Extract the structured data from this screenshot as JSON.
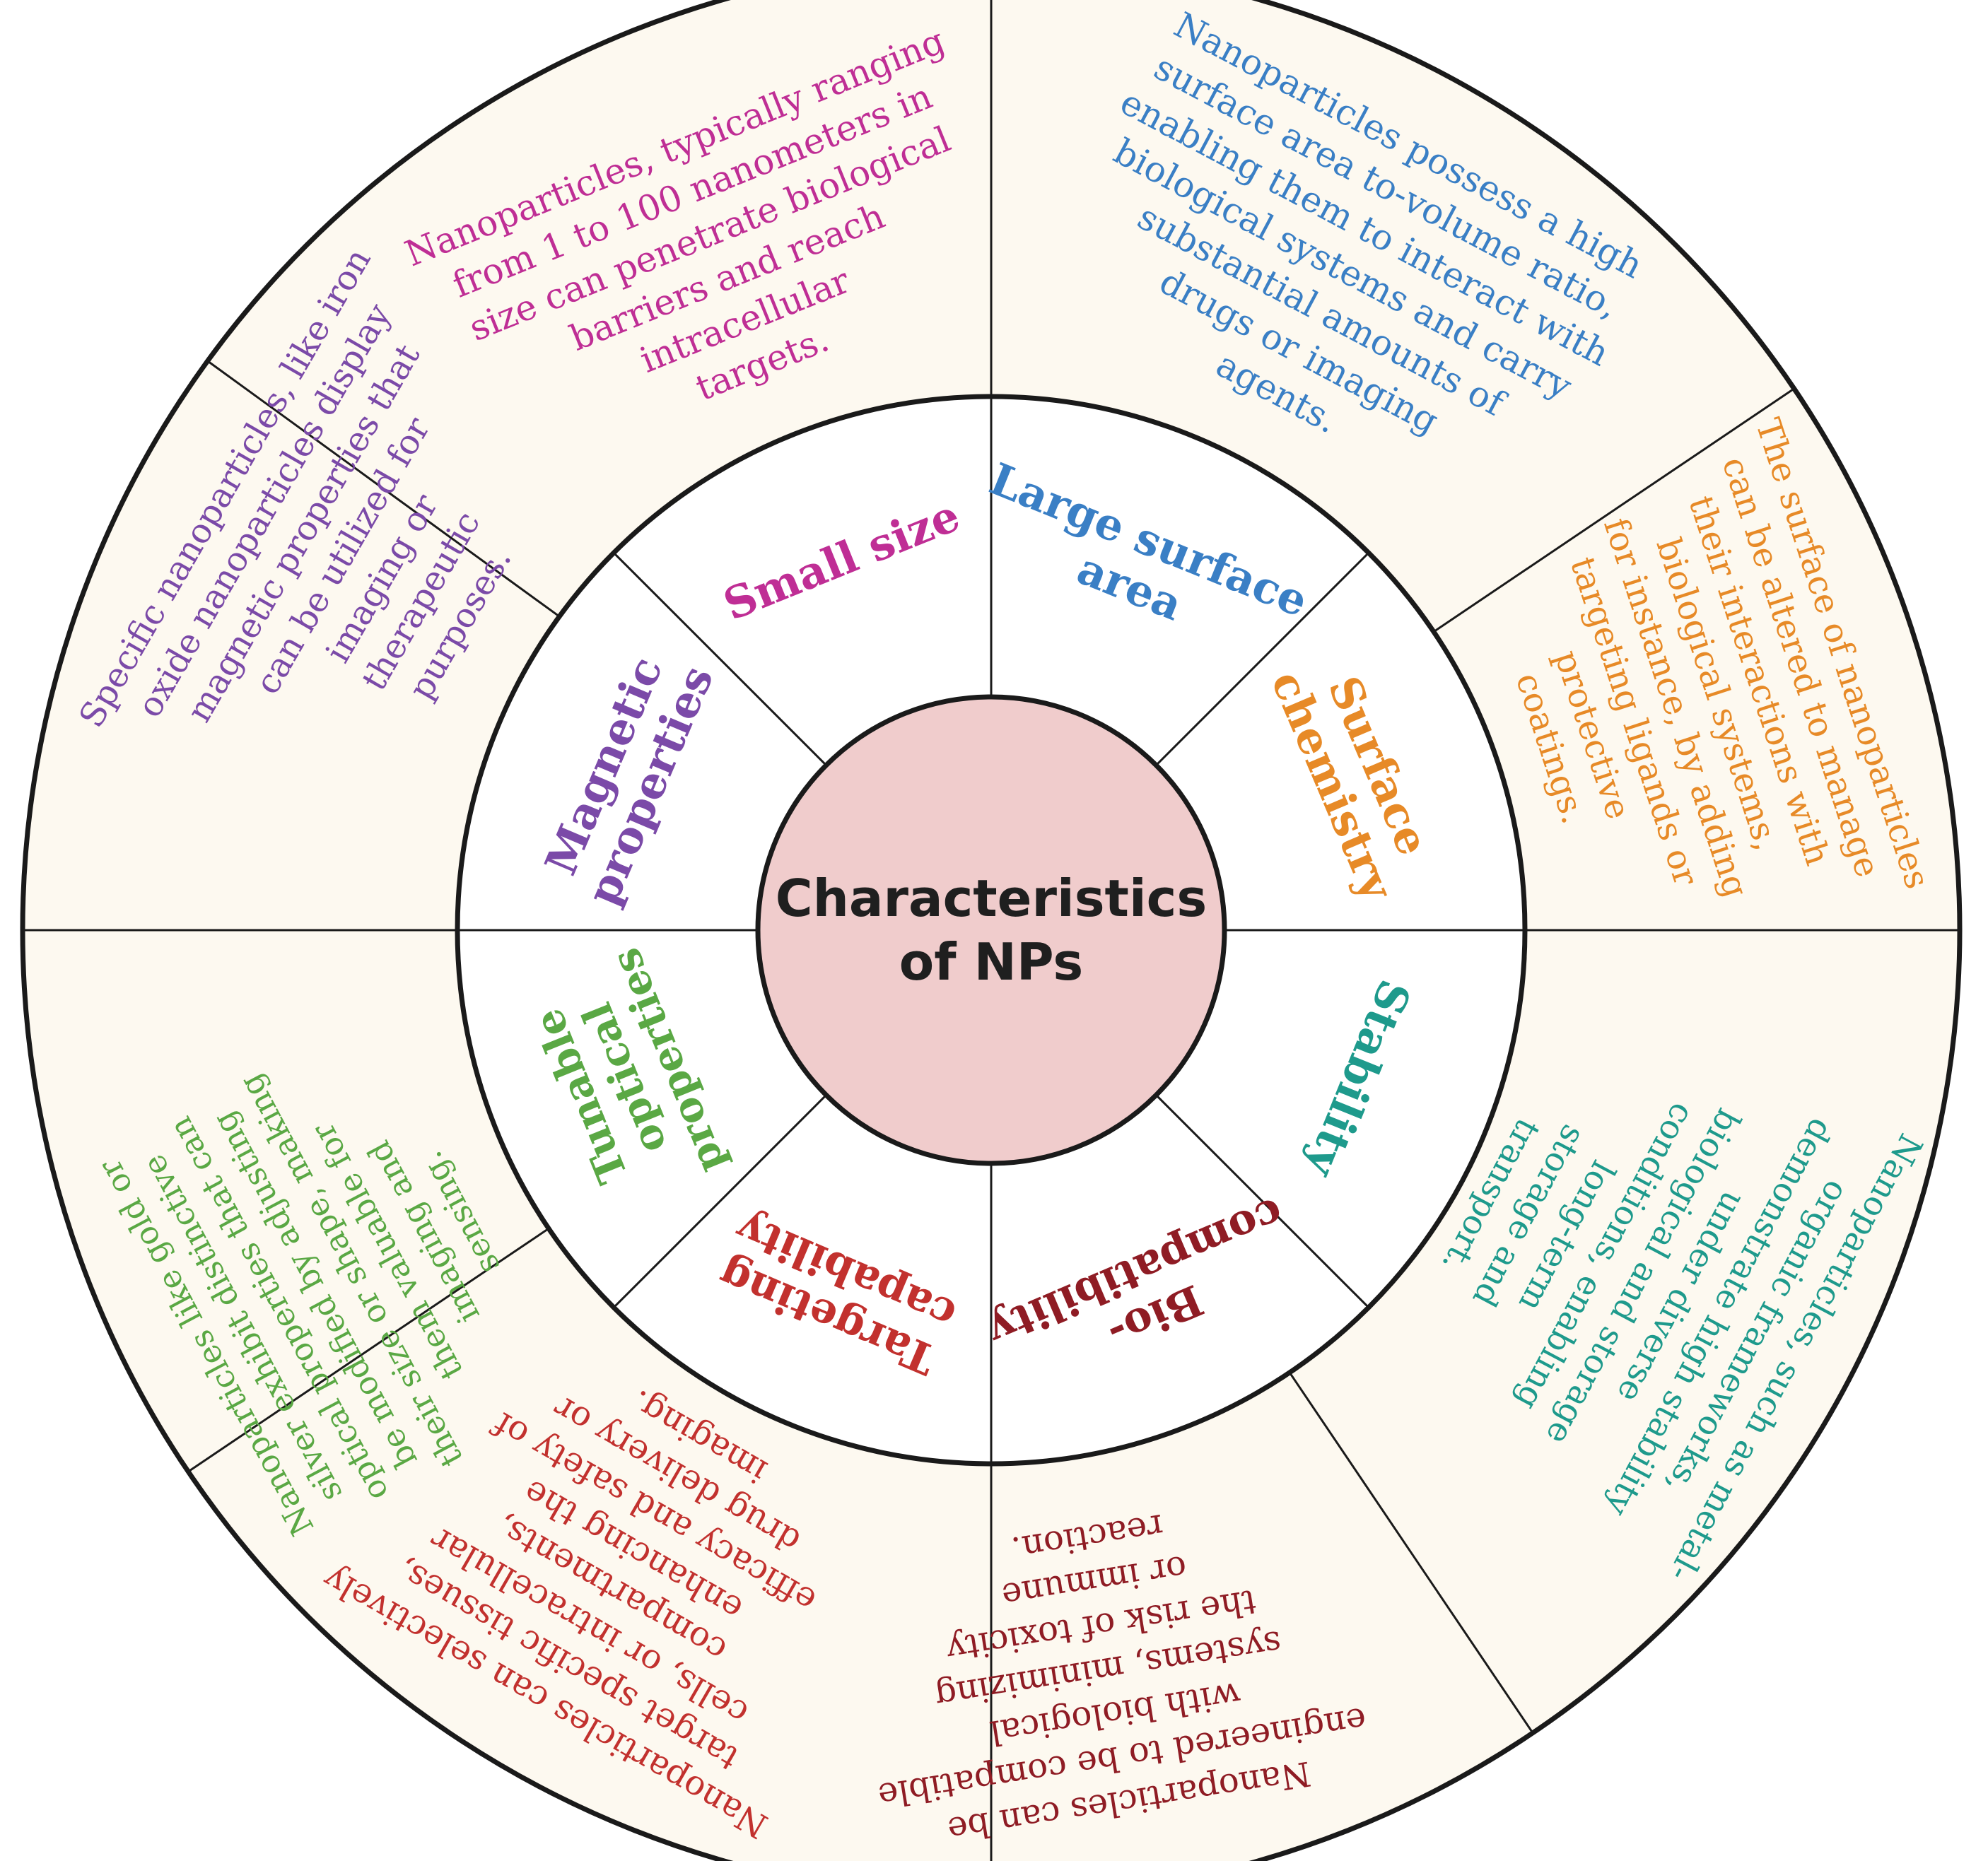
{
  "center": {
    "title_lines": [
      "Characteristics",
      "of NPs"
    ],
    "fill": "#f0cccc"
  },
  "colors": {
    "outer_ring": "#fdf9f0",
    "inner_ring": "#ffffff",
    "lines": "#1a1a1a"
  },
  "segments": [
    {
      "id": "small-size",
      "color": "#bf2e95",
      "label_lines": [
        "Small size"
      ],
      "description_lines": [
        "Nanoparticles, typically ranging",
        "from 1 to 100 nanometers in",
        "size can penetrate biological",
        "barriers and reach",
        "intracellular",
        "targets."
      ]
    },
    {
      "id": "large-surface-area",
      "color": "#3a7fc5",
      "label_lines": [
        "Large surface",
        "area"
      ],
      "description_lines": [
        "Nanoparticles possess a high",
        "surface area to-volume ratio,",
        "enabling them to interact with",
        "biological systems and carry",
        "substantial amounts of",
        "drugs or imaging",
        "agents."
      ]
    },
    {
      "id": "surface-chemistry",
      "color": "#e78a27",
      "label_lines": [
        "Surface",
        "chemistry"
      ],
      "description_lines": [
        "The surface of nanoparticles",
        "can be altered to manage",
        "their interactions with",
        "biological systems,",
        "for instance, by adding",
        "targeting ligands or",
        "protective",
        "coatings."
      ]
    },
    {
      "id": "stability",
      "color": "#1e9a8c",
      "label_lines": [
        "Stability"
      ],
      "description_lines": [
        "Nanoparticles, such as metal-",
        "organic frameworks,",
        "demonstrate high stability",
        "under diverse",
        "biological and storage",
        "conditions, enabling",
        "long-term",
        "storage and",
        "transport."
      ]
    },
    {
      "id": "biocompatibility",
      "color": "#8f1c24",
      "label_lines": [
        "Bio-",
        "compatibility"
      ],
      "description_lines": [
        "Nanoparticles can be",
        "engineered to be compatible",
        "with biological",
        "systems, minimizing",
        "the risk of toxicity",
        "or immune",
        "reaction."
      ]
    },
    {
      "id": "targeting-capability",
      "color": "#c2312e",
      "label_lines": [
        "Targeting",
        "capability"
      ],
      "description_lines": [
        "Nanoparticles can selectively",
        "target specific tissues,",
        "cells, or intracellular",
        "compartments,",
        "enhancing the",
        "efficacy and safety of",
        "drug delivery or",
        "imaging."
      ]
    },
    {
      "id": "tunable-optical-properties",
      "color": "#5aa844",
      "label_lines": [
        "Tunable",
        "optical",
        "properties"
      ],
      "description_lines": [
        "Nanoparticles like gold or",
        "silver exhibit distinctive",
        "optical properties that can",
        "be modified by adjusting",
        "their size or shape, making",
        "them valuable for",
        "imaging and",
        "sensing."
      ]
    },
    {
      "id": "magnetic-properties",
      "color": "#7b4aa8",
      "label_lines": [
        "Magnetic",
        "properties"
      ],
      "description_lines": [
        "Specific nanoparticles, like iron",
        "oxide nanoparticles display",
        "magnetic properties that",
        "can be utilized for",
        "imaging or",
        "therapeutic",
        "purposes."
      ]
    }
  ]
}
